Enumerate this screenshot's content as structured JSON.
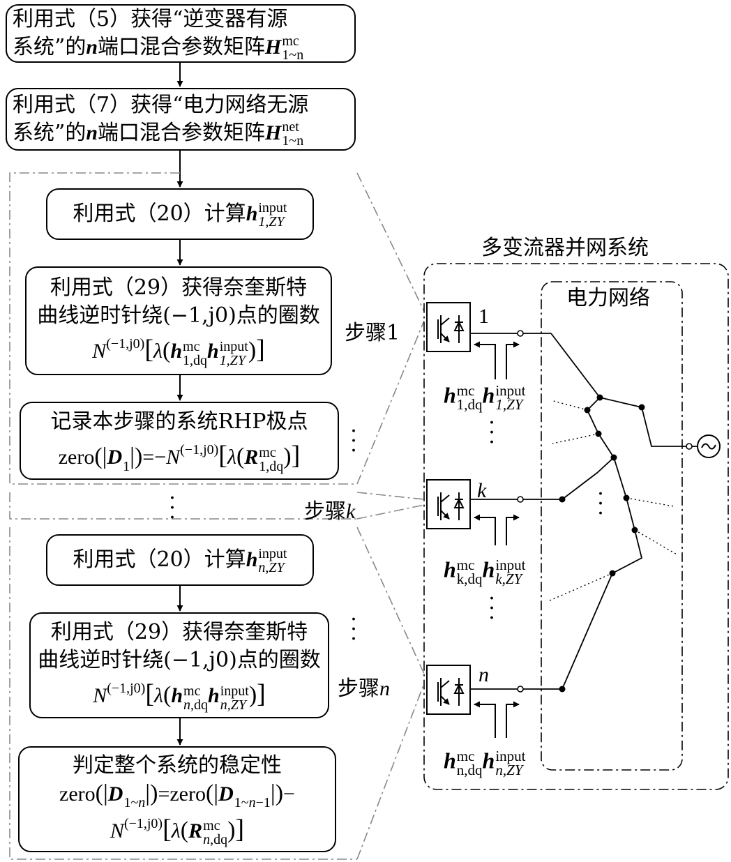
{
  "flow": {
    "box1": {
      "line1": "利用式（5）获得“逆变器有源",
      "line2_pre": "系统”的",
      "n": "n",
      "line2_post": "端口混合参数矩阵",
      "H": "H",
      "sup": "mc",
      "sub": "1~n"
    },
    "box2": {
      "line1": "利用式（7）获得“电力网络无源",
      "line2_pre": "系统”的",
      "n": "n",
      "line2_post": "端口混合参数矩阵",
      "H": "H",
      "sup": "net",
      "sub": "1~n"
    },
    "step1": {
      "calc": {
        "pre": "利用式（20）计算",
        "h": "h",
        "sup": "input",
        "sub": "1,ZY"
      },
      "nyq": {
        "line1": "利用式（29）获得奈奎斯特",
        "line2": "曲线逆时针绕(−1,j0)点的圈数",
        "formula": "N^(−1,j0)[λ(h_1,dq^mc h_1,ZY^input)]"
      },
      "rec": {
        "line1": "记录本步骤的系统RHP极点",
        "formula": "zero(|D1|)=−N^(−1,j0)[λ(R_1,dq^mc)]"
      },
      "label": "步骤1"
    },
    "stepk_label": "步骤k",
    "stepn": {
      "calc": {
        "pre": "利用式（20）计算",
        "h": "h",
        "sup": "input",
        "sub": "n,ZY"
      },
      "nyq": {
        "line1": "利用式（29）获得奈奎斯特",
        "line2": "曲线逆时针绕(−1,j0)点的圈数",
        "formula": "N^(−1,j0)[λ(h_n,dq^mc h_n,ZY^input)]"
      },
      "final": {
        "line1": "判定整个系统的稳定性",
        "formula1": "zero(|D1~n|)=zero(|D1~n−1|)−",
        "formula2": "N^(−1,j0)[λ(R_n,dq^mc)]"
      },
      "label": "步骤n"
    }
  },
  "system": {
    "title": "多变流器并网系统",
    "network_label": "电力网络",
    "ports": [
      "1",
      "k",
      "n"
    ],
    "port_labels": [
      {
        "h1": "h",
        "s1sup": "mc",
        "s1sub": "1,dq",
        "h2": "h",
        "s2sup": "input",
        "s2sub": "1,ZY"
      },
      {
        "h1": "h",
        "s1sup": "mc",
        "s1sub": "k,dq",
        "h2": "h",
        "s2sup": "input",
        "s2sub": "k,ZY"
      },
      {
        "h1": "h",
        "s1sup": "mc",
        "s1sub": "n,dq",
        "h2": "h",
        "s2sup": "input",
        "s2sub": "n,ZY"
      }
    ]
  },
  "colors": {
    "line": "#000000",
    "dashdot": "#888888",
    "background": "#ffffff"
  }
}
